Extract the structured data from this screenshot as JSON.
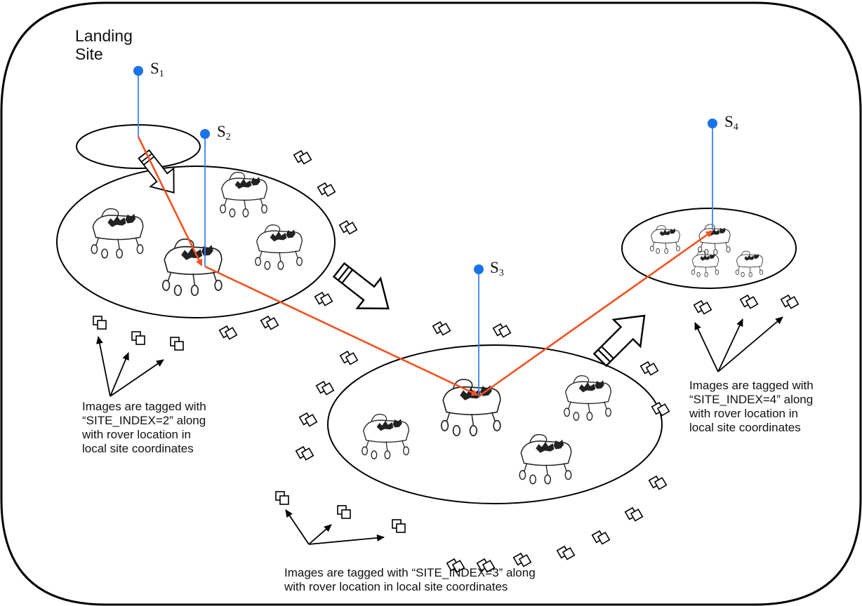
{
  "landing_site": "Landing\nSite",
  "sites": [
    {
      "letter": "S",
      "index": "1"
    },
    {
      "letter": "S",
      "index": "2"
    },
    {
      "letter": "S",
      "index": "3"
    },
    {
      "letter": "S",
      "index": "4"
    }
  ],
  "captions": {
    "site2": "Images are tagged with\n“SITE_INDEX=2” along\nwith rover location in\nlocal site coordinates",
    "site3": "Images are tagged with “SITE_INDEX=3” along\nwith rover location in local site coordinates",
    "site4": "Images are tagged with\n“SITE_INDEX=4” along\nwith rover location in\nlocal site coordinates"
  },
  "colors": {
    "site_marker": "#1a73e8",
    "site_pole": "#3b82f6",
    "traverse_path": "#f4511e",
    "outline": "#000000"
  },
  "icons": {
    "rover": "rover-icon",
    "image_tile": "image-stack-icon",
    "site_marker": "site-marker-icon",
    "travel_arrow": "hollow-arrow-icon"
  }
}
